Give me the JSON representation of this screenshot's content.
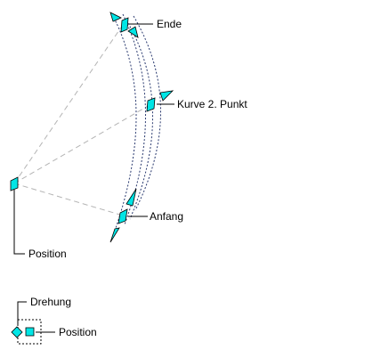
{
  "labels": {
    "end": "Ende",
    "curve_point": "Kurve 2. Punkt",
    "start": "Anfang",
    "position": "Position"
  },
  "legend": {
    "rotation": "Drehung",
    "position": "Position"
  },
  "colors": {
    "grip_fill": "#00e5e5",
    "leader": "#000000",
    "construction_line": "#b4b4b4",
    "curve_outline": "#28386e",
    "background": "#ffffff"
  },
  "icons": {
    "grip_square": "cyan-parallelogram",
    "grip_triangle": "cyan-triangle",
    "grip_diamond": "cyan-diamond"
  }
}
